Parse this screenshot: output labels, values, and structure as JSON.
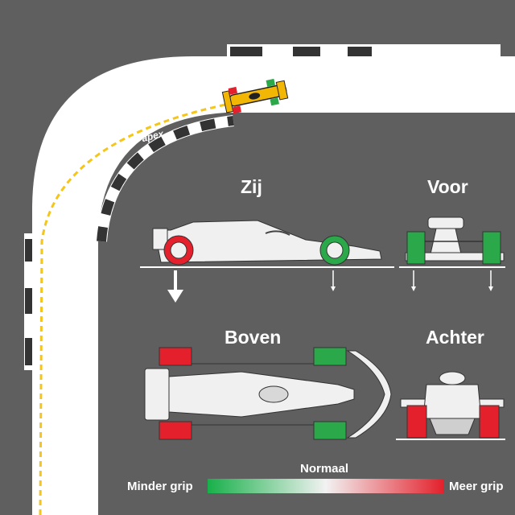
{
  "corner": {
    "apex_label": "apex"
  },
  "views": {
    "side": "Zij",
    "front": "Voor",
    "top": "Boven",
    "rear": "Achter"
  },
  "legend": {
    "left_label": "Minder grip",
    "center_label": "Normaal",
    "right_label": "Meer grip"
  },
  "colors": {
    "background": "#5f5f5f",
    "track": "#ffffff",
    "racing_line": "#f5c518",
    "less_grip": "#2ba84a",
    "more_grip": "#e3202b",
    "car_body": "#f0f0f0"
  },
  "icons": [
    "yellow-race-car",
    "down-arrow-icon",
    "load-arrow-icon"
  ]
}
